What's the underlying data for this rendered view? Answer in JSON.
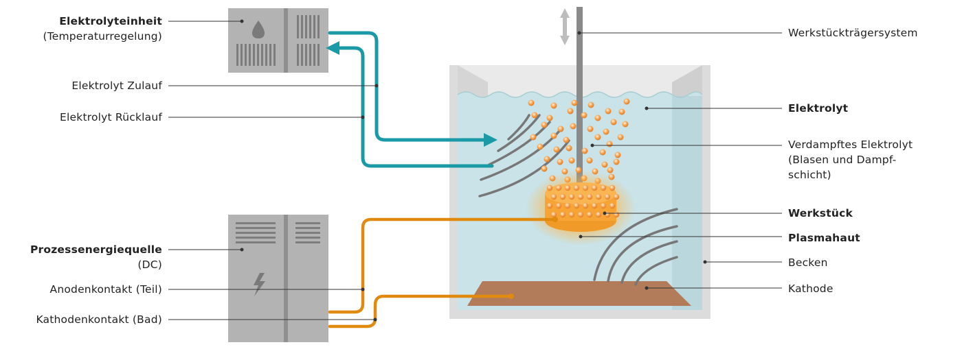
{
  "colors": {
    "unit_gray": "#b3b3b3",
    "unit_dark": "#7d7d7d",
    "electrolyte_teal": "#1a9aa6",
    "power_orange": "#e08a10",
    "water": "#c9e3e8",
    "tank_wall": "#e3e3e3",
    "cathode_brown": "#b27b5a",
    "bubble": "#f5a050",
    "leader_line": "#333333"
  },
  "icons": {
    "unit_top": "water-drop-icon",
    "unit_bottom": "lightning-bolt-icon",
    "carrier_motion": "up-down-arrow-icon"
  },
  "labels": {
    "elektrolyteinheit_title": "Elektrolyteinheit",
    "elektrolyteinheit_sub": "(Temperaturregelung)",
    "zulauf": "Elektrolyt Zulauf",
    "ruecklauf": "Elektrolyt Rücklauf",
    "prozessenergie_title": "Prozessenergiequelle",
    "prozessenergie_sub": "(DC)",
    "anodenkontakt": "Anodenkontakt (Teil)",
    "kathodenkontakt": "Kathodenkontakt (Bad)",
    "werkstuecktraeger": "Werkstückträgersystem",
    "elektrolyt": "Elektrolyt",
    "verdampft_line1": "Verdampftes Elektrolyt",
    "verdampft_line2": "(Blasen und Dampf-",
    "verdampft_line3": "schicht)",
    "werkstueck": "Werkstück",
    "plasmahaut": "Plasmahaut",
    "becken": "Becken",
    "kathode": "Kathode"
  }
}
